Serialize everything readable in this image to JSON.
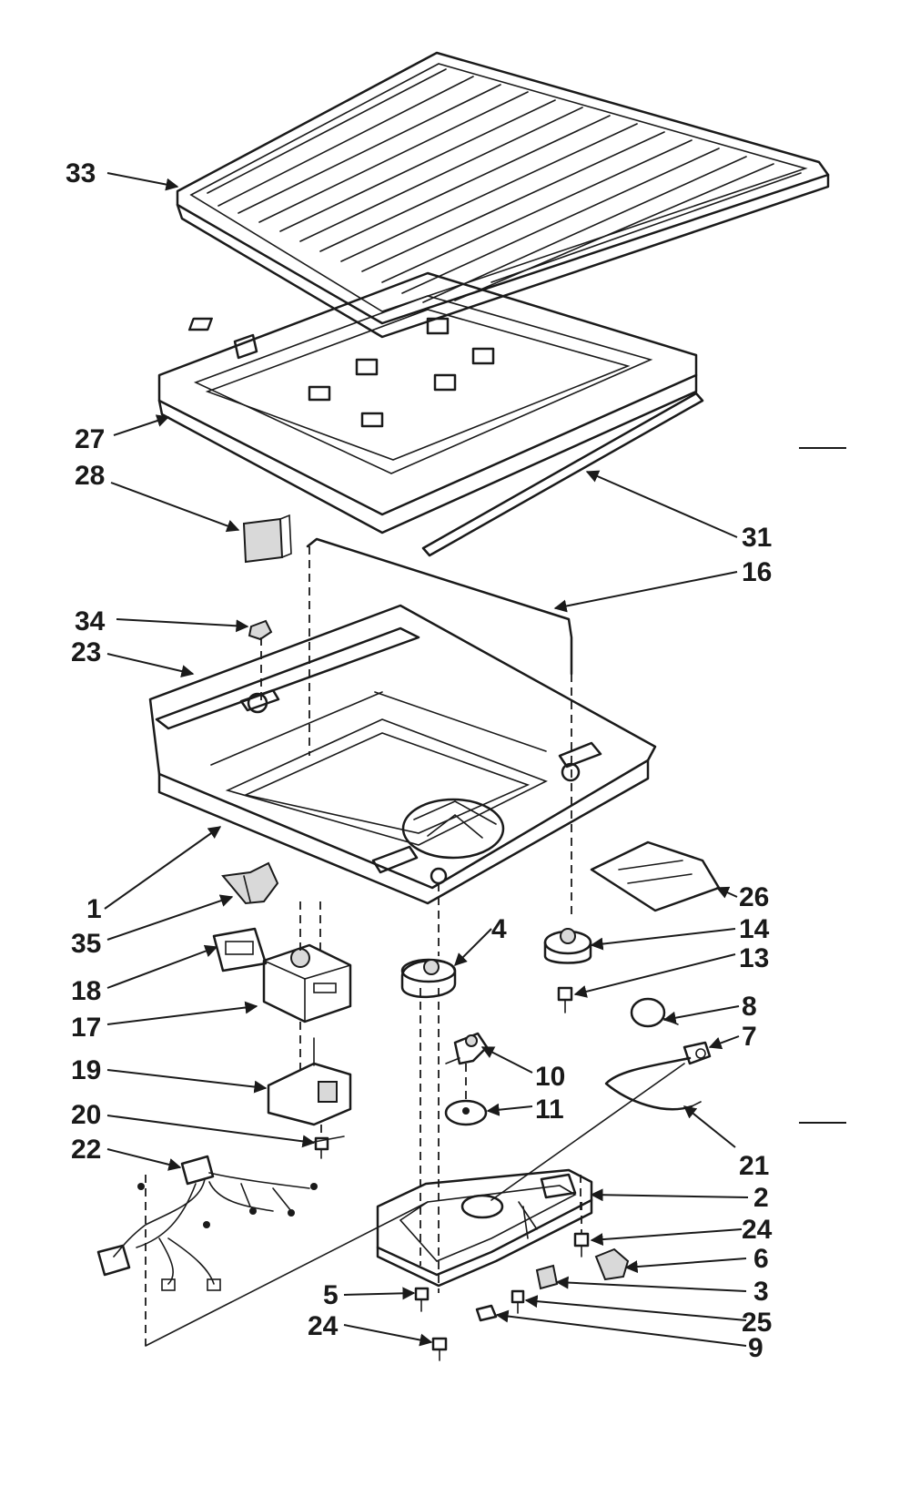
{
  "diagram": {
    "callouts": [
      {
        "id": "33"
      },
      {
        "id": "27"
      },
      {
        "id": "28"
      },
      {
        "id": "31"
      },
      {
        "id": "16"
      },
      {
        "id": "34"
      },
      {
        "id": "23"
      },
      {
        "id": "1"
      },
      {
        "id": "26"
      },
      {
        "id": "35"
      },
      {
        "id": "4"
      },
      {
        "id": "14"
      },
      {
        "id": "13"
      },
      {
        "id": "18"
      },
      {
        "id": "17"
      },
      {
        "id": "8"
      },
      {
        "id": "7"
      },
      {
        "id": "19"
      },
      {
        "id": "10"
      },
      {
        "id": "11"
      },
      {
        "id": "20"
      },
      {
        "id": "22"
      },
      {
        "id": "21"
      },
      {
        "id": "2"
      },
      {
        "id": "24"
      },
      {
        "id": "6"
      },
      {
        "id": "5"
      },
      {
        "id": "3"
      },
      {
        "id": "25"
      },
      {
        "id": "24"
      },
      {
        "id": "9"
      }
    ]
  },
  "colors": {
    "ink": "#1a1a1a",
    "paper": "#ffffff"
  }
}
